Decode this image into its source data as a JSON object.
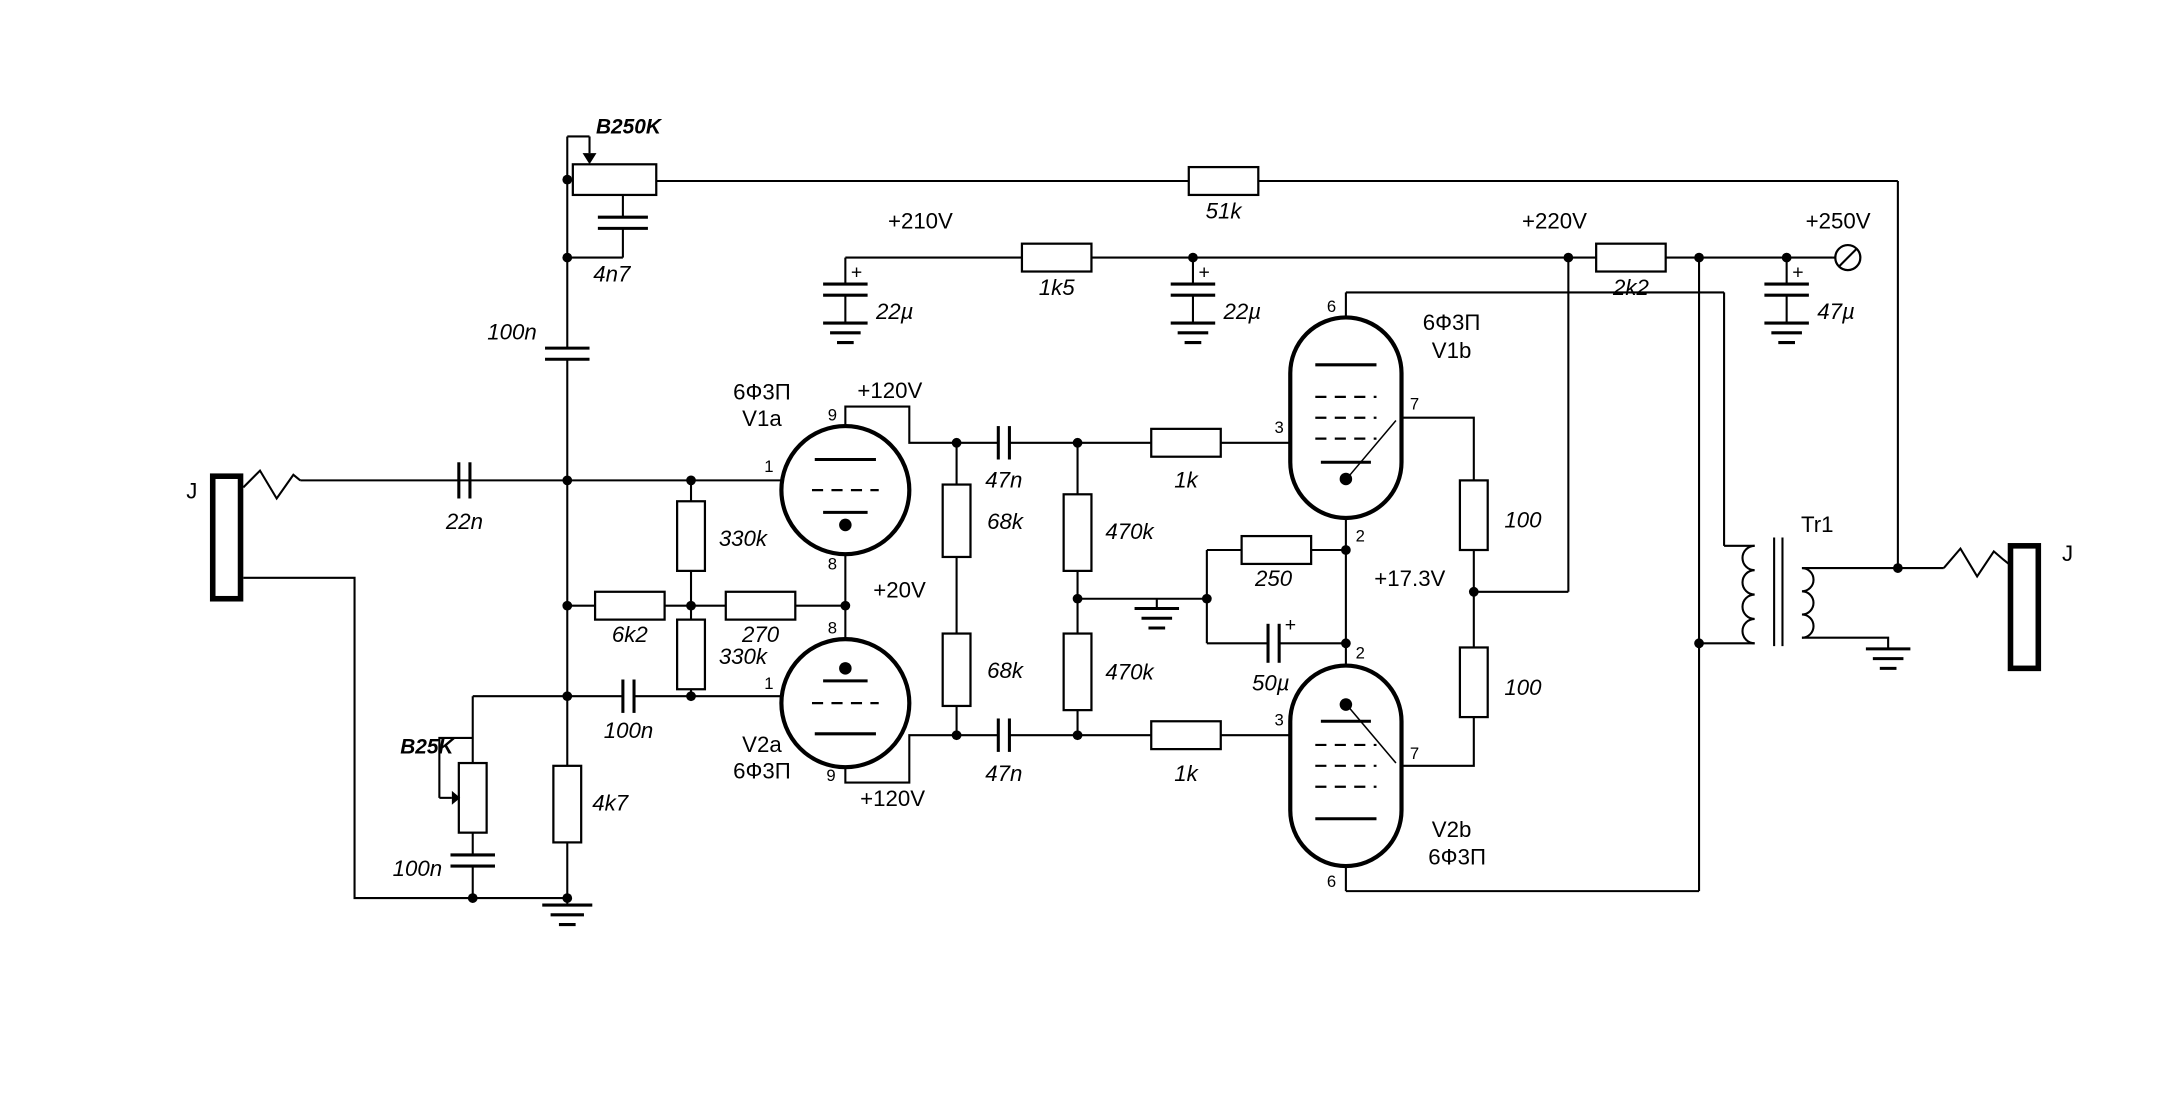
{
  "schematic": {
    "voltages": {
      "v250": "+250V",
      "v220": "+220V",
      "v210": "+210V",
      "v120": "+120V",
      "v20": "+20V",
      "v17_3": "+17.3V"
    },
    "values": {
      "b250k": "B250K",
      "b25k": "B25K",
      "c4n7": "4n7",
      "c100n": "100n",
      "c22n": "22n",
      "c22u": "22µ",
      "c47u": "47µ",
      "c47n": "47n",
      "c50u": "50µ",
      "r51k": "51k",
      "r1k5": "1k5",
      "r2k2": "2k2",
      "r6k2": "6k2",
      "r270": "270",
      "r330k": "330k",
      "r4k7": "4k7",
      "r68k": "68k",
      "r470k": "470k",
      "r1k": "1k",
      "r250": "250",
      "r100": "100",
      "plus": "+"
    },
    "tubes": {
      "type": "6Ф3П",
      "v1a": "V1a",
      "v2a": "V2a",
      "v1b": "V1b",
      "v2b": "V2b",
      "pins": {
        "p9": "9",
        "p1": "1",
        "p8": "8",
        "p6": "6",
        "p3": "3",
        "p7": "7",
        "p2": "2"
      }
    },
    "transformer": "Tr1",
    "jack": "J"
  }
}
